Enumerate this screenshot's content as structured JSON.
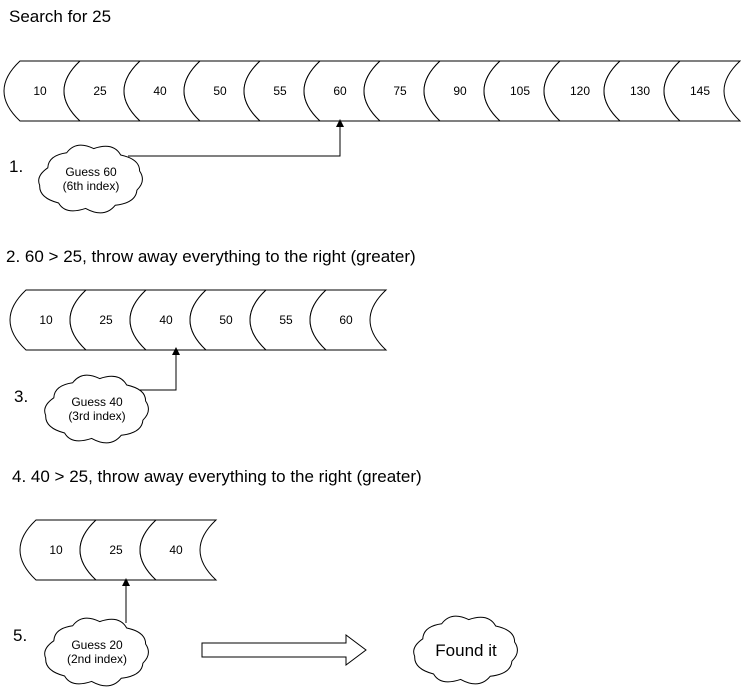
{
  "title": "Search for 25",
  "steps": [
    {
      "number": "1.",
      "text": ""
    },
    {
      "number": "2.",
      "text": "60 > 25, throw away everything to the right (greater)"
    },
    {
      "number": "3.",
      "text": ""
    },
    {
      "number": "4.",
      "text": "40 > 25, throw away everything to the right (greater)"
    },
    {
      "number": "5.",
      "text": ""
    }
  ],
  "arrays": [
    {
      "cells": [
        "10",
        "25",
        "40",
        "50",
        "55",
        "60",
        "75",
        "90",
        "105",
        "120",
        "130",
        "145"
      ],
      "guess_index": 5
    },
    {
      "cells": [
        "10",
        "25",
        "40",
        "50",
        "55",
        "60"
      ],
      "guess_index": 2
    },
    {
      "cells": [
        "10",
        "25",
        "40"
      ],
      "guess_index": 1
    }
  ],
  "guesses": [
    {
      "line1": "Guess 60",
      "line2": "(6th index)"
    },
    {
      "line1": "Guess 40",
      "line2": "(3rd index)"
    },
    {
      "line1": "Guess 20",
      "line2": "(2nd index)"
    }
  ],
  "result": "Found it",
  "colors": {
    "stroke": "#000000",
    "fill": "#ffffff",
    "text": "#000000"
  }
}
